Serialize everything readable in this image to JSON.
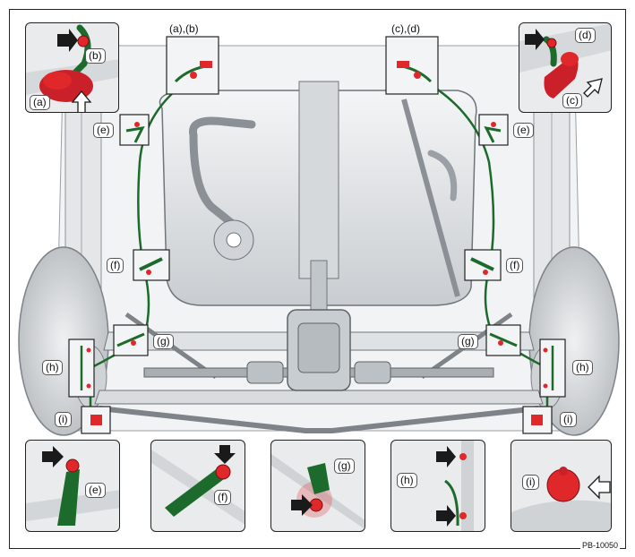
{
  "figure": {
    "reference_code": "PB-10050",
    "colors": {
      "part_red": "#e0282b",
      "harness_green": "#1d6b2c",
      "arrow_black": "#1a1a1a",
      "frame": "#222222"
    }
  },
  "labels": {
    "a": "(a)",
    "b": "(b)",
    "c": "(c)",
    "d": "(d)",
    "e": "(e)",
    "f": "(f)",
    "g": "(g)",
    "h": "(h)",
    "i": "(i)",
    "ab": "(a),(b)",
    "cd": "(c),(d)"
  },
  "icons": {
    "solid_arrow": "arrow-solid-icon",
    "outline_arrow": "arrow-outline-icon"
  }
}
